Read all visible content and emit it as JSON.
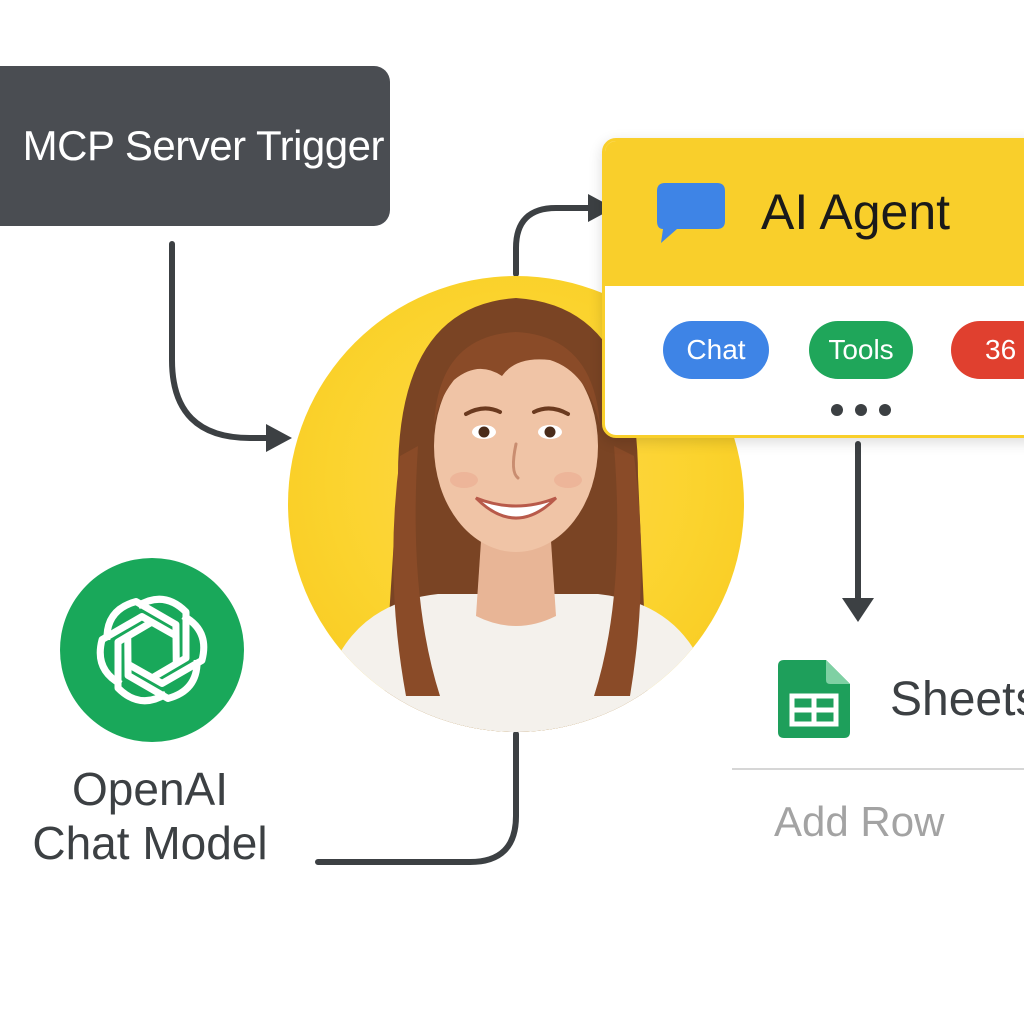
{
  "trigger": {
    "label": "MCP Server Trigger"
  },
  "agent": {
    "title": "AI Agent",
    "icon": "chat-bubble-icon",
    "pills": {
      "chat": "Chat",
      "tools": "Tools",
      "count": "36"
    }
  },
  "openai": {
    "line1": "OpenAI",
    "line2": "Chat Model",
    "icon": "openai-logo-icon"
  },
  "sheets": {
    "title": "Sheets",
    "action": "Add Row",
    "icon": "google-sheets-icon"
  },
  "avatar": {
    "icon": "person-avatar"
  },
  "colors": {
    "trigger": "#4a4d52",
    "accent_yellow": "#f9cf2b",
    "chat_blue": "#3e84e6",
    "tools_green": "#1fa65a",
    "count_red": "#e0402f",
    "openai_green": "#19a85a",
    "sheets_green": "#1e9f5b",
    "connector": "#3c4043"
  }
}
